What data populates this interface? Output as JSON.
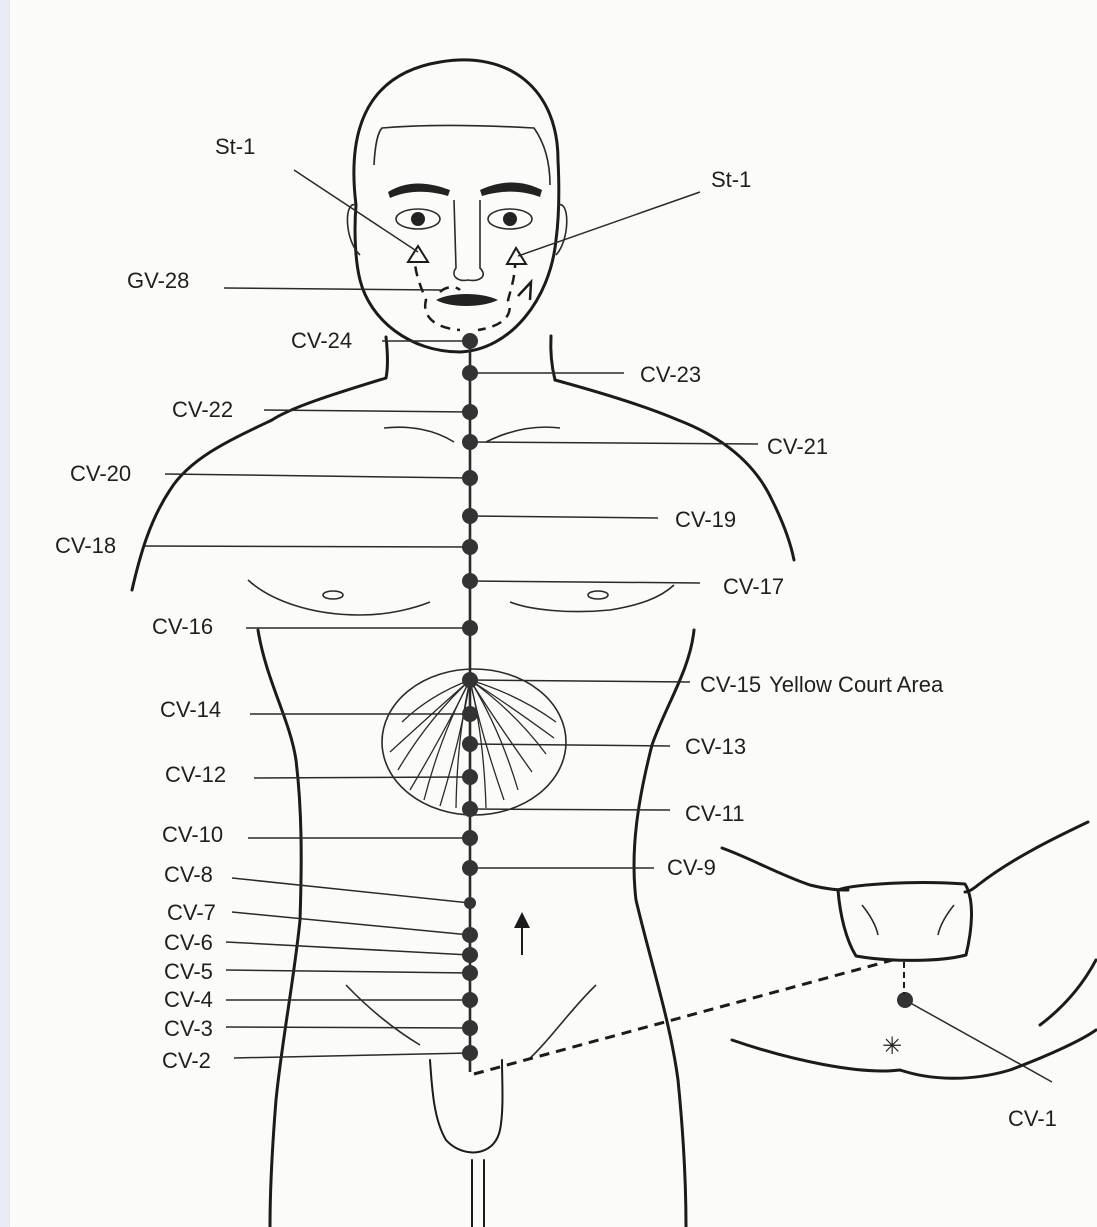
{
  "points": [
    {
      "id": "cv24",
      "label": "CV-24"
    },
    {
      "id": "cv23",
      "label": "CV-23"
    },
    {
      "id": "cv22",
      "label": "CV-22"
    },
    {
      "id": "cv21",
      "label": "CV-21"
    },
    {
      "id": "cv20",
      "label": "CV-20"
    },
    {
      "id": "cv19",
      "label": "CV-19"
    },
    {
      "id": "cv18",
      "label": "CV-18"
    },
    {
      "id": "cv17",
      "label": "CV-17"
    },
    {
      "id": "cv16",
      "label": "CV-16"
    },
    {
      "id": "cv15",
      "label": "CV-15"
    },
    {
      "id": "cv14",
      "label": "CV-14"
    },
    {
      "id": "cv13",
      "label": "CV-13"
    },
    {
      "id": "cv12",
      "label": "CV-12"
    },
    {
      "id": "cv11",
      "label": "CV-11"
    },
    {
      "id": "cv10",
      "label": "CV-10"
    },
    {
      "id": "cv9",
      "label": "CV-9"
    },
    {
      "id": "cv8",
      "label": "CV-8"
    },
    {
      "id": "cv7",
      "label": "CV-7"
    },
    {
      "id": "cv6",
      "label": "CV-6"
    },
    {
      "id": "cv5",
      "label": "CV-5"
    },
    {
      "id": "cv4",
      "label": "CV-4"
    },
    {
      "id": "cv3",
      "label": "CV-3"
    },
    {
      "id": "cv2",
      "label": "CV-2"
    },
    {
      "id": "cv1",
      "label": "CV-1"
    }
  ],
  "face_points": {
    "st1_left": "St-1",
    "st1_right": "St-1",
    "gv28": "GV-28"
  },
  "yellow_court_label": "Yellow Court Area"
}
